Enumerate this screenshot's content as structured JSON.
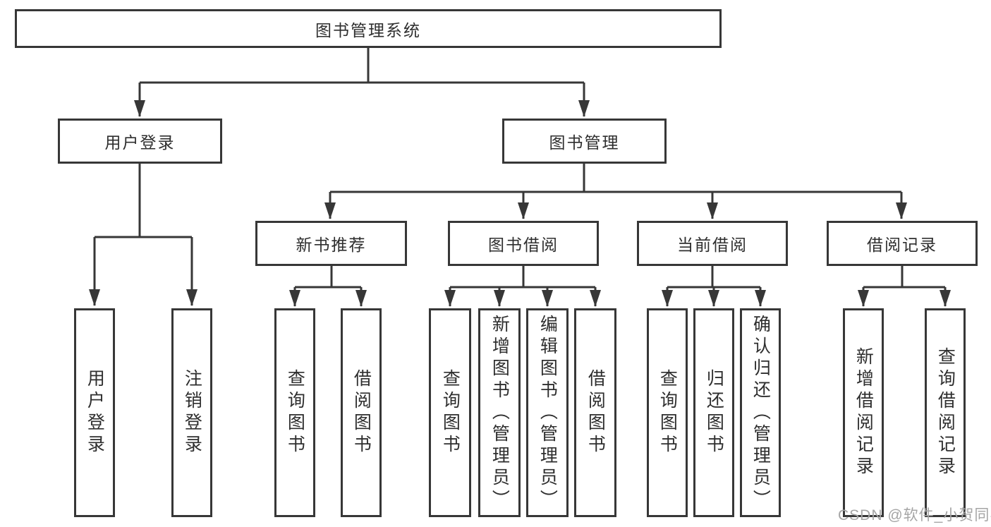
{
  "diagram": {
    "title": "图书管理系统",
    "root": {
      "label": "图书管理系统"
    },
    "branches": [
      {
        "label": "用户登录",
        "children": [
          {
            "label": "用户登录"
          },
          {
            "label": "注销登录"
          }
        ]
      },
      {
        "label": "图书管理",
        "children": [
          {
            "label": "新书推荐",
            "children": [
              {
                "label": "查询图书"
              },
              {
                "label": "借阅图书"
              }
            ]
          },
          {
            "label": "图书借阅",
            "children": [
              {
                "label": "查询图书"
              },
              {
                "label": "新增图书（管理员）"
              },
              {
                "label": "编辑图书（管理员）"
              },
              {
                "label": "借阅图书"
              }
            ]
          },
          {
            "label": "当前借阅",
            "children": [
              {
                "label": "查询图书"
              },
              {
                "label": "归还图书"
              },
              {
                "label": "确认归还（管理员）"
              }
            ]
          },
          {
            "label": "借阅记录",
            "children": [
              {
                "label": "新增借阅记录"
              },
              {
                "label": "查询借阅记录"
              }
            ]
          }
        ]
      }
    ]
  },
  "watermark": {
    "text": "CSDN @软件_小贺同学"
  },
  "colors": {
    "line": "#373737",
    "box_border": "#373737",
    "text": "#2e2e2e",
    "watermark": "#a5a5a5",
    "background": "#ffffff"
  }
}
